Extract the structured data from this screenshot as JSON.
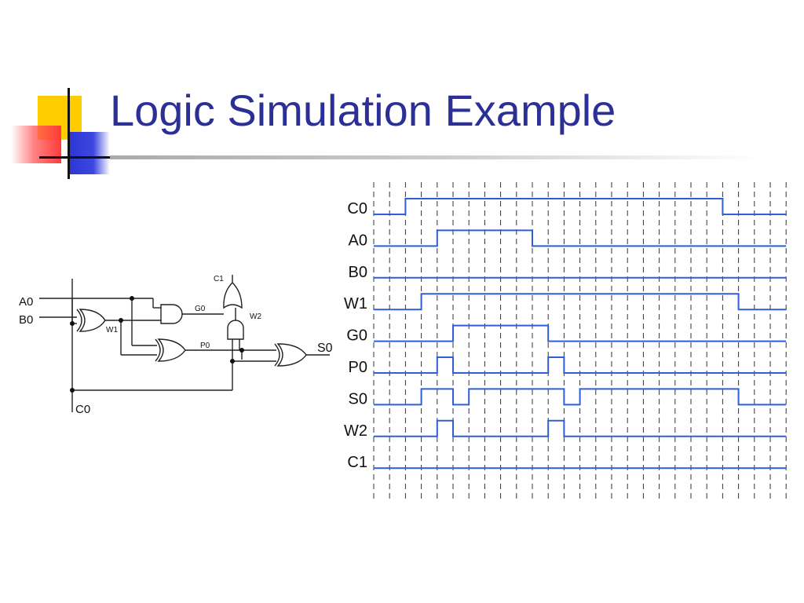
{
  "slide": {
    "title": "Logic Simulation Example"
  },
  "circuit": {
    "labels": {
      "a0": "A0",
      "b0": "B0",
      "c0": "C0",
      "c1": "C1",
      "g0": "G0",
      "w1": "W1",
      "w2": "W2",
      "p0": "P0",
      "s0": "S0"
    }
  },
  "timing": {
    "signals": [
      {
        "name": "C0",
        "levels": [
          0,
          0,
          1,
          1,
          1,
          1,
          1,
          1,
          1,
          1,
          1,
          1,
          1,
          1,
          1,
          1,
          1,
          1,
          1,
          1,
          1,
          1,
          0,
          0,
          0,
          0
        ]
      },
      {
        "name": "A0",
        "levels": [
          0,
          0,
          0,
          0,
          1,
          1,
          1,
          1,
          1,
          1,
          0,
          0,
          0,
          0,
          0,
          0,
          0,
          0,
          0,
          0,
          0,
          0,
          0,
          0,
          0,
          0
        ]
      },
      {
        "name": "B0",
        "levels": [
          0,
          0,
          0,
          0,
          0,
          0,
          0,
          0,
          0,
          0,
          0,
          0,
          0,
          0,
          0,
          0,
          0,
          0,
          0,
          0,
          0,
          0,
          0,
          0,
          0,
          0
        ]
      },
      {
        "name": "W1",
        "levels": [
          0,
          0,
          0,
          1,
          1,
          1,
          1,
          1,
          1,
          1,
          1,
          1,
          1,
          1,
          1,
          1,
          1,
          1,
          1,
          1,
          1,
          1,
          1,
          0,
          0,
          0
        ]
      },
      {
        "name": "G0",
        "levels": [
          0,
          0,
          0,
          0,
          0,
          1,
          1,
          1,
          1,
          1,
          1,
          0,
          0,
          0,
          0,
          0,
          0,
          0,
          0,
          0,
          0,
          0,
          0,
          0,
          0,
          0
        ]
      },
      {
        "name": "P0",
        "levels": [
          0,
          0,
          0,
          0,
          1,
          0,
          0,
          0,
          0,
          0,
          0,
          1,
          0,
          0,
          0,
          0,
          0,
          0,
          0,
          0,
          0,
          0,
          0,
          0,
          0,
          0
        ]
      },
      {
        "name": "S0",
        "levels": [
          0,
          0,
          0,
          1,
          1,
          0,
          1,
          1,
          1,
          1,
          1,
          1,
          0,
          1,
          1,
          1,
          1,
          1,
          1,
          1,
          1,
          1,
          1,
          0,
          0,
          0
        ]
      },
      {
        "name": "W2",
        "levels": [
          0,
          0,
          0,
          0,
          1,
          0,
          0,
          0,
          0,
          0,
          0,
          1,
          0,
          0,
          0,
          0,
          0,
          0,
          0,
          0,
          0,
          0,
          0,
          0,
          0,
          0
        ]
      },
      {
        "name": "C1",
        "levels": [
          0,
          0,
          0,
          0,
          0,
          0,
          0,
          0,
          0,
          0,
          0,
          0,
          0,
          0,
          0,
          0,
          0,
          0,
          0,
          0,
          0,
          0,
          0,
          0,
          0,
          0
        ]
      }
    ],
    "wave_color": "#2f5fd6",
    "grid_color": "#333333"
  }
}
